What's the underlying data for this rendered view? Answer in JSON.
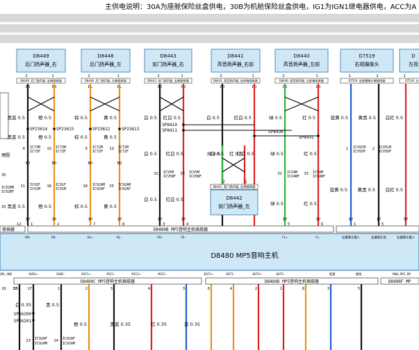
{
  "header": {
    "note": "主供电说明：30A为座舱保险丝盒供电，30B为机舱保险丝盒供电，IG1为IGN1继电器供电，ACC为A"
  },
  "components": [
    {
      "code": "D8449",
      "name": "后门扬声器_右",
      "pin1": "2",
      "pin2": "1",
      "conn": "D8449 后门扬声器_右端插接器",
      "sig1": "RR",
      "sig2": "RR"
    },
    {
      "code": "D8448",
      "name": "后门扬声器_左",
      "pin1": "2",
      "pin2": "1",
      "conn": "D8448 后门扬声器_左端插接器",
      "sig1": "RL",
      "sig2": "RL"
    },
    {
      "code": "D8443",
      "name": "前门扬声器_右",
      "pin1": "2",
      "pin2": "1",
      "conn": "D8443 前门扬声器_右端插接器",
      "sig1": "PD",
      "sig2": "PD"
    },
    {
      "code": "D8441",
      "name": "高音扬声器_右前",
      "pin1": "2",
      "pin2": "1",
      "conn": "D8441 高音扬声器_右前端插接器",
      "sig1": "PD",
      "sig2": "PD"
    },
    {
      "code": "D8440",
      "name": "高音扬声器_左前",
      "pin1": "2",
      "pin2": "1",
      "conn": "D8440 高音扬声器_左前端插接器",
      "sig1": "DR",
      "sig2": "DR"
    },
    {
      "code": "D7519",
      "name": "右视摄像头",
      "pin1": "1",
      "pin2": "2",
      "conn": "D7519 右视摄像头端插接器",
      "sig1": "",
      "sig2": ""
    },
    {
      "code": "D",
      "name": "左视",
      "pin1": "1",
      "pin2": "",
      "conn": "D7518 左视",
      "sig1": "",
      "sig2": ""
    }
  ],
  "wires_top": [
    {
      "left": "黑蓝 0.5",
      "right": "橙 0.5"
    },
    {
      "left": "棕 0.5",
      "right": "黄 0.5"
    },
    {
      "left": "白 0.5",
      "right": "红白 0.5"
    },
    {
      "left": "白 0.5",
      "right": "红白 0.5"
    },
    {
      "left": "绿 0.5",
      "right": "红 0.5"
    },
    {
      "left": "蓝黄 0.5",
      "right": "黄黑 0.5"
    },
    {
      "left": "白红 0.5",
      "right": ""
    }
  ],
  "splices": [
    "SP23614",
    "SP23615",
    "SP23612",
    "SP23613",
    "SP8410",
    "SP8411",
    "SP8430",
    "SP8431"
  ],
  "inline_connectors": [
    {
      "p1": "6",
      "a": "IC73M",
      "b": "IC73F",
      "p2": "13",
      "c": "IC73M",
      "d": "IC73F"
    },
    {
      "p1": "6",
      "a": "IC72M",
      "b": "IC72F",
      "p2": "13",
      "c": "IC72M",
      "d": "IC72F"
    },
    {
      "p1": "32",
      "a": "ICV5M",
      "b": "ICV5BF",
      "p2": "33",
      "c": "ICV5M",
      "d": "ICV5BF"
    },
    {
      "p1": "32",
      "a": "ICV4M",
      "b": "ICV4BF",
      "p2": "33",
      "c": "ICV4M",
      "d": "ICV4BF"
    },
    {
      "p1": "1",
      "a": "ICV5CM",
      "b": "ICV5OF",
      "p2": "2",
      "c": "ICV5CM",
      "d": "ICV5OF"
    },
    {
      "p1": "11",
      "a": "IC91F",
      "b": "IC91M",
      "p2": "18",
      "c": "IC91F",
      "d": "IC91M"
    },
    {
      "p1": "18",
      "a": "IC92AM",
      "b": "IC92AF",
      "p2": "25",
      "c": "IC92AM",
      "d": "IC92AF"
    }
  ],
  "misc_labels": {
    "bd": "BD",
    "rr": "RR",
    "rl": "RL",
    "dr": "DR",
    "ip": "IP",
    "ic92bm": "IC92BM",
    "ic92bf": "IC92BF",
    "pin35": "35",
    "left_conn": "接插器",
    "left_box": "理圆",
    "pin10": "10",
    "pin17": "17"
  },
  "d8442": {
    "code": "D8442",
    "name": "前门扬声器_左",
    "conn": "D8442 前门扬声器_左端插接器",
    "pin1": "2",
    "pin2": "1"
  },
  "bottom_wire_labels": [
    "白 0.5",
    "红白 0.5",
    "白 0.5",
    "红白 0.5",
    "绿 0.5",
    "红 0.5",
    "黑蓝 0.5",
    "橙 0.5",
    "棕 0.5",
    "黄 0.5",
    "蓝黄 0.5",
    "黄黑 0.5",
    "白红 0.5"
  ],
  "lower_pins": [
    "12",
    "1",
    "2",
    "7",
    "8",
    "3",
    "4",
    "2",
    "1",
    "5",
    "6",
    "1",
    "5",
    "2"
  ],
  "main_unit": {
    "title": "D8480 MP5音响主机",
    "conn_top": "D8480B MP5音响主机插接器",
    "conn_b": "D8480C MP5音响主机插接器",
    "conn_c": "D8480D MP5音响主机插接器",
    "conn_d": "D8480F MP",
    "top_sigs": [
      "RR+",
      "RR-",
      "RL+",
      "RL-",
      "FR+",
      "FR-",
      "FL+",
      "FL-",
      "右摄像头输入",
      "右摄像头地",
      "左摄像头输入"
    ],
    "bot_sigs": [
      "SPK_GND",
      "DVD1+",
      "DVD1-",
      "MIC1+",
      "MIC1-",
      "MIC2+",
      "MIC2-",
      "DOT1+",
      "DOT1-",
      "DOT2+",
      "DOT2-",
      "电源",
      "接地",
      "MAN_PRI_MP"
    ]
  },
  "bottom_wires": [
    {
      "l": "白 0.35",
      "r": "黑 0.5"
    },
    {
      "l": "橙 0.5",
      "r": "黑蓝 0.35"
    },
    {
      "l": "红 0.35",
      "r": "蓝 0.35"
    }
  ],
  "bottom_splices": [
    "SP36200",
    "SP36201"
  ],
  "bottom_pins": [
    "10",
    "17",
    "1",
    "2",
    "3",
    "4",
    "3",
    "6",
    "4",
    "2",
    "1",
    "8",
    "3",
    "5",
    "6"
  ],
  "bottom_inline": {
    "p1": "23",
    "a": "IC92AF",
    "b": "IC92AM",
    "p2": "24",
    "c": "IC92AF",
    "d": "IC92AM"
  },
  "colors": {
    "orange": "#e8901c",
    "red": "#e02020",
    "blue": "#1a5fd0",
    "green": "#2fb040",
    "black": "#111111",
    "box_fill": "#cfe8f8",
    "box_stroke": "#2c6fa8",
    "header_bar": "#d8d8d8"
  }
}
